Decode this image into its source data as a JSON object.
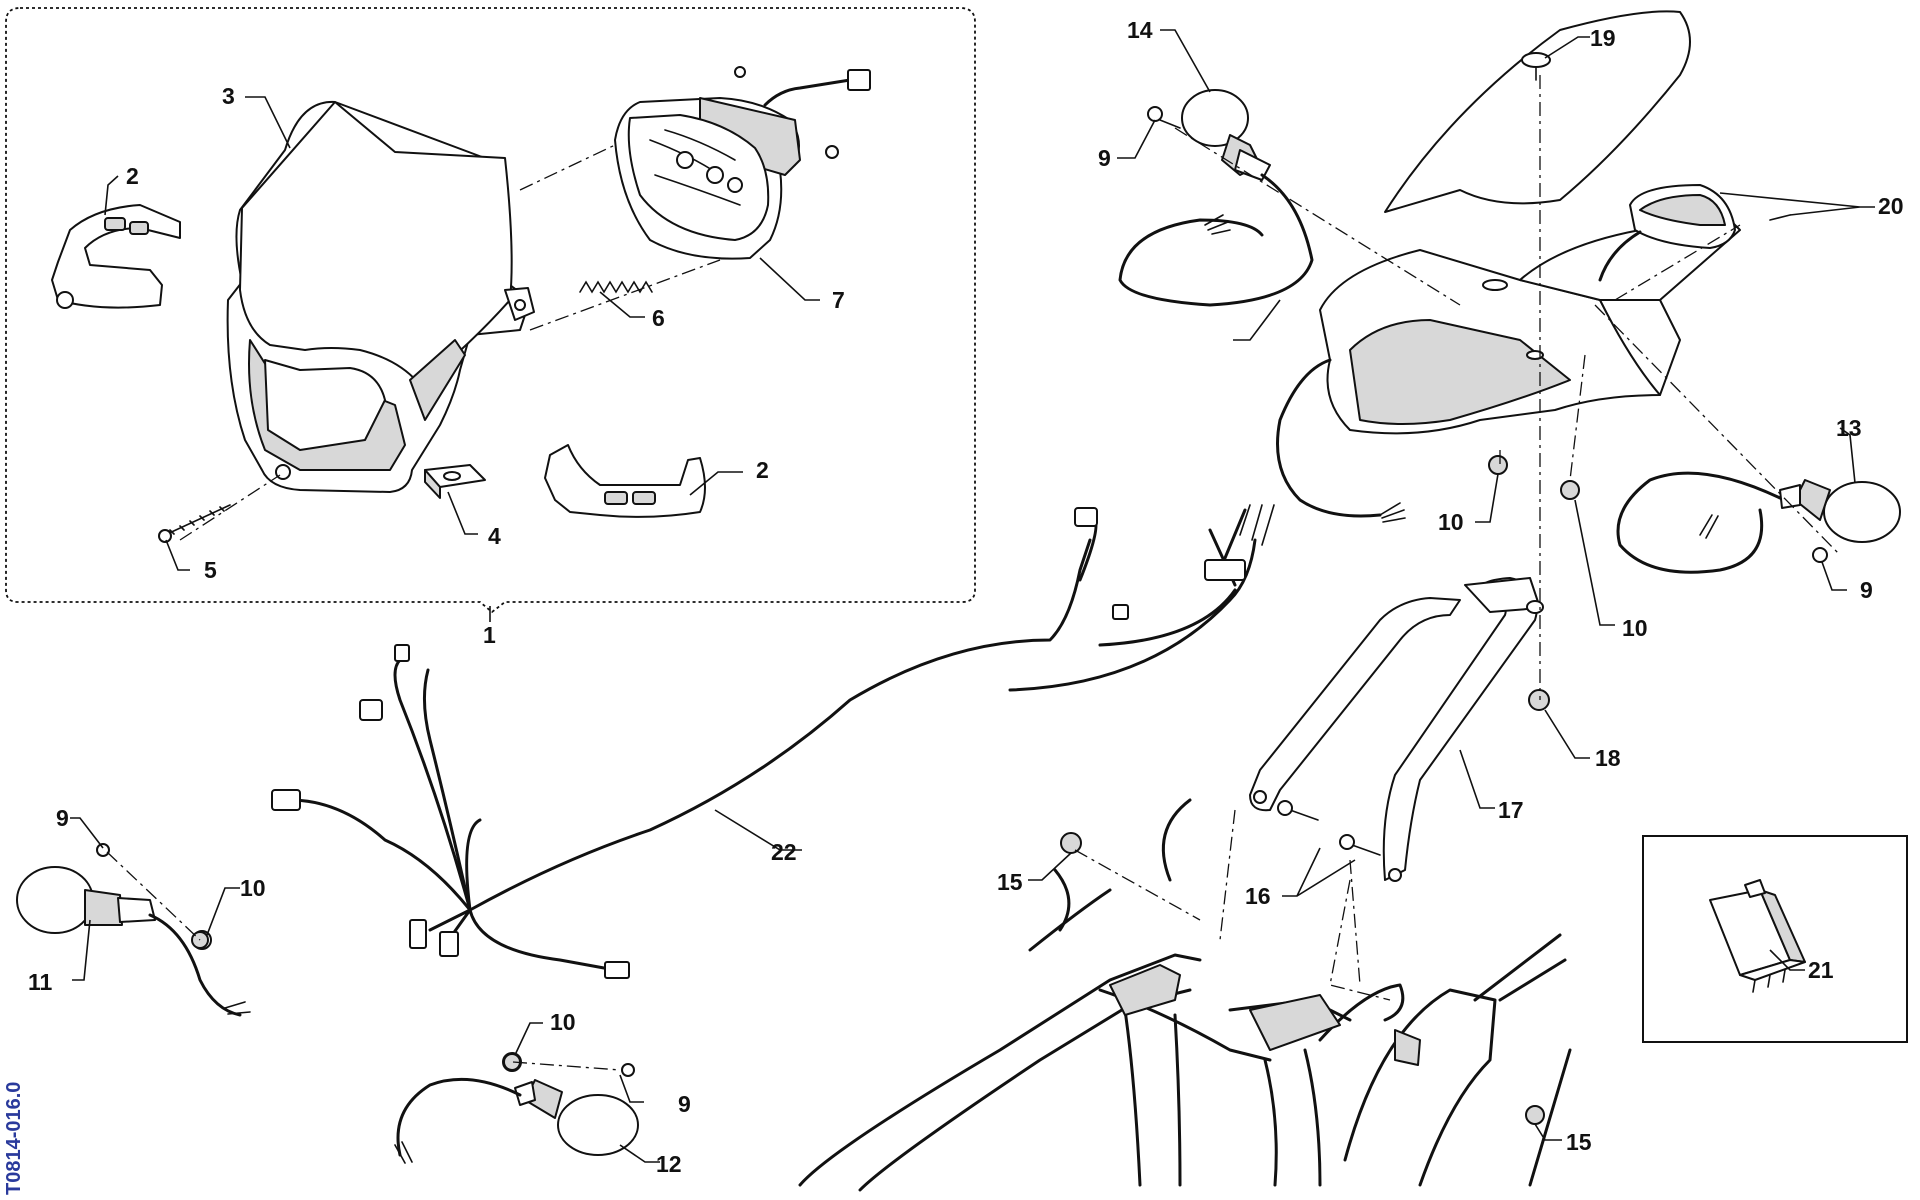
{
  "diagram": {
    "reference_code": "T0814-016.0",
    "callouts": {
      "c1": "1",
      "c2a": "2",
      "c2b": "2",
      "c3": "3",
      "c4": "4",
      "c5": "5",
      "c6": "6",
      "c7": "7",
      "c9a": "9",
      "c9b": "9",
      "c9c": "9",
      "c9d": "9",
      "c10a": "10",
      "c10b": "10",
      "c10c": "10",
      "c10d": "10",
      "c11": "11",
      "c12": "12",
      "c13": "13",
      "c14": "14",
      "c15a": "15",
      "c15b": "15",
      "c16": "16",
      "c17": "17",
      "c18": "18",
      "c19": "19",
      "c20": "20",
      "c21": "21",
      "c22": "22"
    },
    "colors": {
      "line": "#111111",
      "code_text": "#2a3a9c",
      "part_fill": "#ffffff",
      "shade": "#d8d8d8"
    }
  }
}
